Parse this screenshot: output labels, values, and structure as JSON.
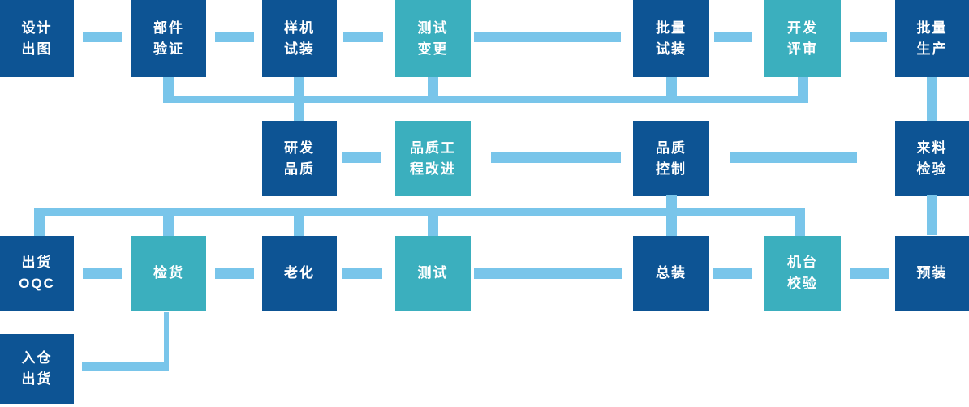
{
  "colors": {
    "dark_box": "#0D5494",
    "teal_box": "#3BAFBE",
    "connector": "#79C5EA"
  },
  "nodes": {
    "design_drawing": "设计\n出图",
    "component_verification": "部件\n验证",
    "prototype_trial_assembly": "样机\n试装",
    "test_change": "测试\n变更",
    "batch_trial_assembly": "批量\n试装",
    "development_review": "开发\n评审",
    "mass_production": "批量\n生产",
    "rd_quality": "研发\n品质",
    "quality_engineering_improvement": "品质工\n程改进",
    "quality_control": "品质\n控制",
    "incoming_inspection": "来料\n检验",
    "shipment_oqc": "出货\nOQC",
    "goods_inspection": "检货",
    "aging": "老化",
    "testing": "测试",
    "final_assembly": "总装",
    "machine_calibration": "机台\n校验",
    "pre_assembly": "预装",
    "warehouse_shipment": "入仓\n出货"
  }
}
